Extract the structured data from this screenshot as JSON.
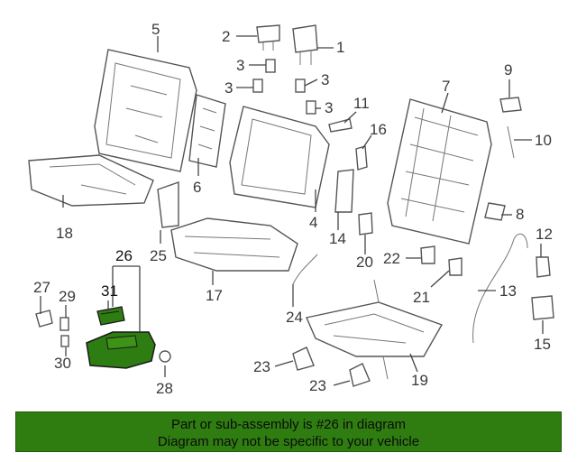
{
  "callouts": {
    "c1": "1",
    "c2": "2",
    "c3a": "3",
    "c3b": "3",
    "c3c": "3",
    "c3d": "3",
    "c4": "4",
    "c5": "5",
    "c6": "6",
    "c7": "7",
    "c8": "8",
    "c9": "9",
    "c10": "10",
    "c11": "11",
    "c12": "12",
    "c13": "13",
    "c14": "14",
    "c15": "15",
    "c16": "16",
    "c17": "17",
    "c18": "18",
    "c19": "19",
    "c20": "20",
    "c21": "21",
    "c22": "22",
    "c23a": "23",
    "c23b": "23",
    "c24": "24",
    "c25": "25",
    "c26": "26",
    "c27": "27",
    "c28": "28",
    "c29": "29",
    "c30": "30",
    "c31": "31"
  },
  "highlight": {
    "part": "26",
    "color": "#2e7d12"
  },
  "footer": {
    "line1": "Part or sub-assembly is #26 in diagram",
    "line2": "Diagram may not be specific to your vehicle",
    "background": "#2f7d11"
  }
}
